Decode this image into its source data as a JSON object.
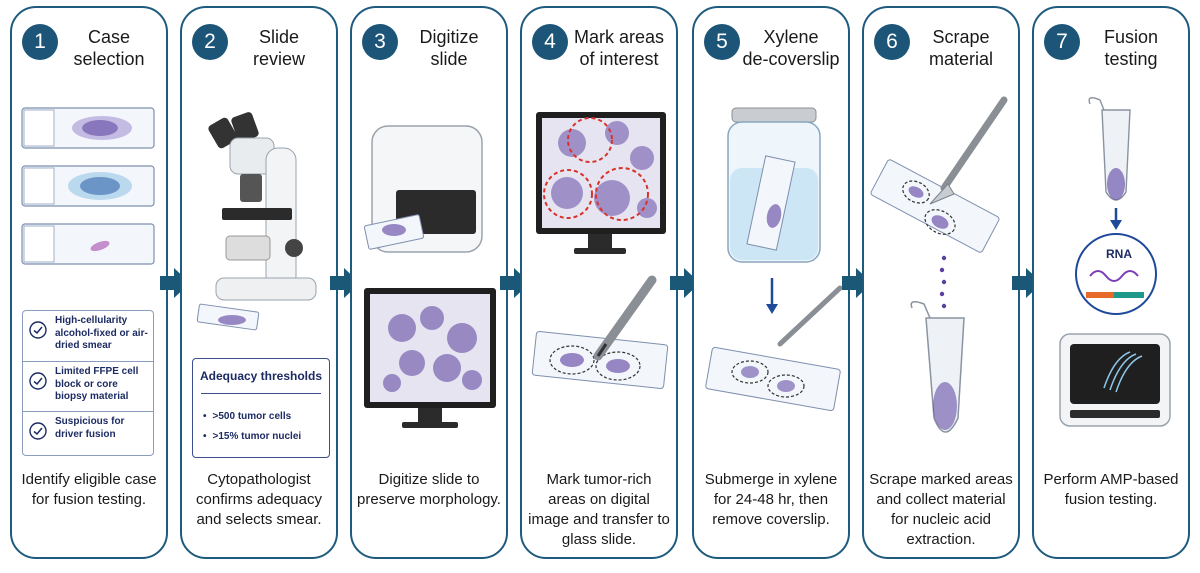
{
  "colors": {
    "panel_border": "#1f5b7f",
    "badge": "#1c5577",
    "arrow": "#1b5776",
    "stain": "#5a3fa0"
  },
  "steps": [
    {
      "number": "1",
      "title": "Case\nselection",
      "caption": "Identify eligible case for fusion testing.",
      "icon": "glass-slides-icon"
    },
    {
      "number": "2",
      "title": "Slide\nreview",
      "caption": "Cytopathologist confirms adequacy and selects smear.",
      "icon": "microscope-icon"
    },
    {
      "number": "3",
      "title": "Digitize\nslide",
      "caption": "Digitize slide to preserve morphology.",
      "icon": "slide-scanner-icon"
    },
    {
      "number": "4",
      "title": "Mark areas\nof interest",
      "caption": "Mark tumor-rich areas on digital image and transfer to glass slide.",
      "icon": "monitor-marker-icon"
    },
    {
      "number": "5",
      "title": "Xylene\nde-coverslip",
      "caption": "Submerge in xylene for 24-48 hr, then remove coverslip.",
      "icon": "xylene-jar-icon"
    },
    {
      "number": "6",
      "title": "Scrape\nmaterial",
      "caption": "Scrape marked areas and collect material for nucleic acid extraction.",
      "icon": "scalpel-tube-icon"
    },
    {
      "number": "7",
      "title": "Fusion\ntesting",
      "caption": "Perform AMP-based fusion testing.",
      "icon": "sequencer-icon"
    }
  ],
  "criteria": [
    "High-cellularity alcohol-fixed or air-dried smear",
    "Limited FFPE cell block or core biopsy material",
    "Suspicious for driver fusion"
  ],
  "thresholds": {
    "title": "Adequacy thresholds",
    "items": [
      ">500 tumor cells",
      ">15% tumor nuclei"
    ]
  },
  "rna_label": "RNA"
}
